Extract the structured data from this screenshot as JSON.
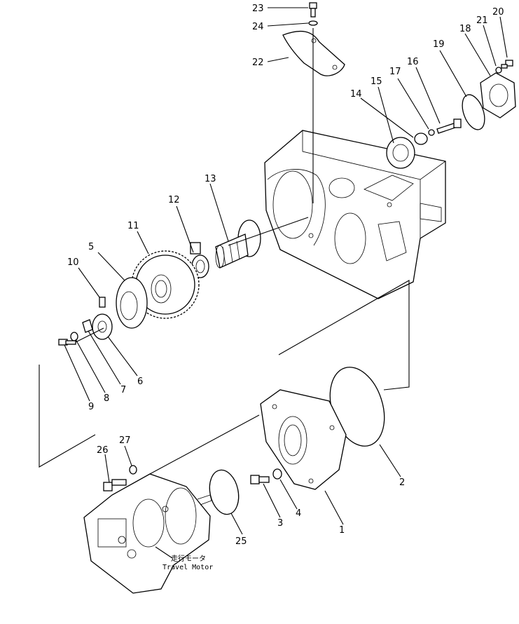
{
  "diagram": {
    "caption_jp": "走行モータ",
    "caption_en": "Travel Motor",
    "callouts": [
      {
        "id": "1",
        "text": "1"
      },
      {
        "id": "2",
        "text": "2"
      },
      {
        "id": "3",
        "text": "3"
      },
      {
        "id": "4",
        "text": "4"
      },
      {
        "id": "5",
        "text": "5"
      },
      {
        "id": "6",
        "text": "6"
      },
      {
        "id": "7",
        "text": "7"
      },
      {
        "id": "8",
        "text": "8"
      },
      {
        "id": "9",
        "text": "9"
      },
      {
        "id": "10",
        "text": "10"
      },
      {
        "id": "11",
        "text": "11"
      },
      {
        "id": "12",
        "text": "12"
      },
      {
        "id": "13",
        "text": "13"
      },
      {
        "id": "14",
        "text": "14"
      },
      {
        "id": "15",
        "text": "15"
      },
      {
        "id": "16",
        "text": "16"
      },
      {
        "id": "17",
        "text": "17"
      },
      {
        "id": "18",
        "text": "18"
      },
      {
        "id": "19",
        "text": "19"
      },
      {
        "id": "20",
        "text": "20"
      },
      {
        "id": "21",
        "text": "21"
      },
      {
        "id": "22",
        "text": "22"
      },
      {
        "id": "23",
        "text": "23"
      },
      {
        "id": "24",
        "text": "24"
      },
      {
        "id": "25",
        "text": "25"
      },
      {
        "id": "26",
        "text": "26"
      },
      {
        "id": "27",
        "text": "27"
      }
    ]
  }
}
